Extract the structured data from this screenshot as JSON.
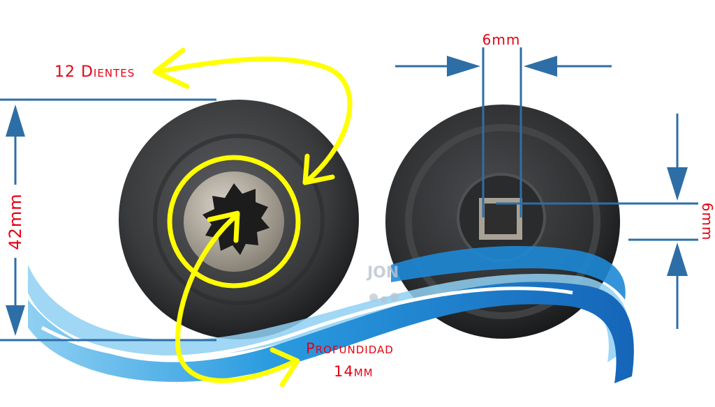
{
  "labels": {
    "teeth": "12 Dientes",
    "depth_title": "Profundidad",
    "depth_value": "14mm",
    "diameter": "42mm",
    "hole_width": "6mm",
    "hole_height": "6mm",
    "watermark": "JON"
  },
  "colors": {
    "label_red": "#e60012",
    "arrow_yellow": "#ffff00",
    "dimension_blue": "#2e6ea6",
    "wave_blue": "#1e88d6",
    "wave_light": "#8fd0f2",
    "rubber": "#3a3b3d"
  }
}
